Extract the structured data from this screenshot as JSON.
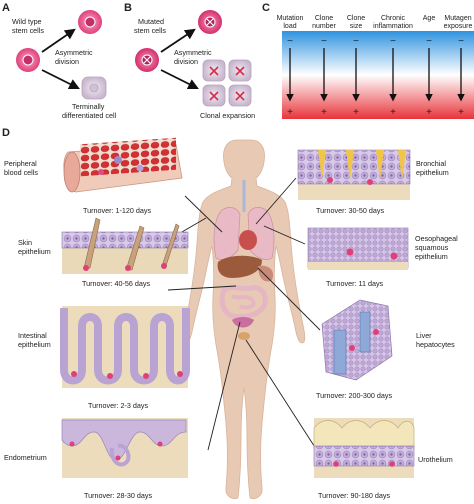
{
  "panels": {
    "a": "A",
    "b": "B",
    "c": "C",
    "d": "D"
  },
  "panel_a": {
    "wild_type_line1": "Wild type",
    "wild_type_line2": "stem cells",
    "asym_line1": "Asymmetric",
    "asym_line2": "division",
    "terminal_line1": "Terminally",
    "terminal_line2": "differentiated cell"
  },
  "panel_b": {
    "mutated_line1": "Mutated",
    "mutated_line2": "stem cells",
    "asym_line1": "Asymmetric",
    "asym_line2": "division",
    "clonal": "Clonal expansion"
  },
  "panel_c": {
    "columns": [
      {
        "line1": "Mutation",
        "line2": "load"
      },
      {
        "line1": "Clone",
        "line2": "number"
      },
      {
        "line1": "Clone",
        "line2": "size"
      },
      {
        "line1": "Chronic",
        "line2": "inflammation"
      },
      {
        "line1": "Age",
        "line2": ""
      },
      {
        "line1": "Mutagen",
        "line2": "exposure"
      }
    ],
    "minus": "−",
    "plus": "+"
  },
  "tissues": {
    "blood": {
      "line1": "Peripheral",
      "line2": "blood cells",
      "turnover": "Turnover: 1-120 days"
    },
    "skin": {
      "line1": "Skin",
      "line2": "epithelium",
      "turnover": "Turnover: 40-56 days"
    },
    "intestine": {
      "line1": "Intestinal",
      "line2": "epithelium",
      "turnover": "Turnover: 2-3 days"
    },
    "endometrium": {
      "line1": "Endometrium",
      "line2": "",
      "turnover": "Turnover: 28-30 days"
    },
    "bronchial": {
      "line1": "Bronchial",
      "line2": "epithelium",
      "turnover": "Turnover: 30-50 days"
    },
    "oesophageal": {
      "line1": "Oesophageal",
      "line2": "squamous",
      "line3": "epithelium",
      "turnover": "Turnover: 11 days"
    },
    "liver": {
      "line1": "Liver",
      "line2": "hepatocytes",
      "turnover": "Turnover: 200-300 days"
    },
    "urothelium": {
      "line1": "Urothelium",
      "line2": "",
      "turnover": "Turnover: 90-180 days"
    }
  },
  "colors": {
    "pink_cell": "#e0407a",
    "tissue_purple": "#c9b7dc",
    "stroma": "#e8dcc0",
    "body": "#e8c9b4",
    "gradient_top": "#3aa0e6",
    "gradient_bottom": "#e8383c"
  }
}
